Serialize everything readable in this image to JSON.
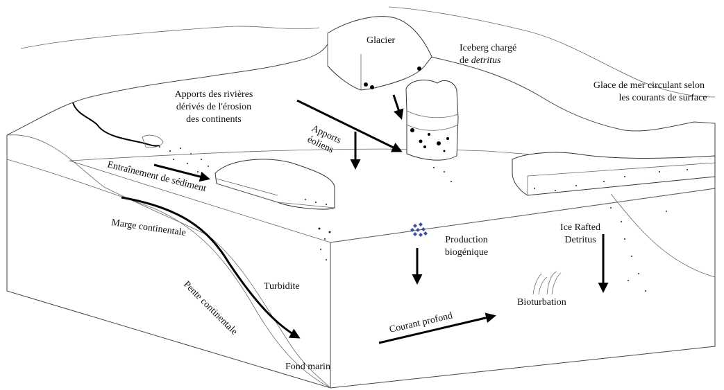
{
  "labels": {
    "glacier": "Glacier",
    "iceberg_line1": "Iceberg chargé",
    "iceberg_line2_prefix": "de ",
    "iceberg_line2_italic": "detritus",
    "sea_ice_line1": "Glace de mer circulant selon",
    "sea_ice_line2": "les courants de surface",
    "rivers_line1": "Apports des rivières",
    "rivers_line2": "dérivés de l'érosion",
    "rivers_line3": "des continents",
    "eolian_line1": "Apports",
    "eolian_line2": "éoliens",
    "entrainment": "Entraînement de sédiment",
    "margin": "Marge continentale",
    "slope": "Pente continentale",
    "turbidite": "Turbidite",
    "seafloor": "Fond marin",
    "biogenic_line1": "Production",
    "biogenic_line2": "biogénique",
    "ird_line1": "Ice Rafted",
    "ird_line2": "Detritus",
    "bioturbation": "Bioturbation",
    "deep_current": "Courant profond"
  },
  "colors": {
    "biogenic_particles": "#3a4fa0",
    "outline": "#444444",
    "arrow": "#000000"
  }
}
